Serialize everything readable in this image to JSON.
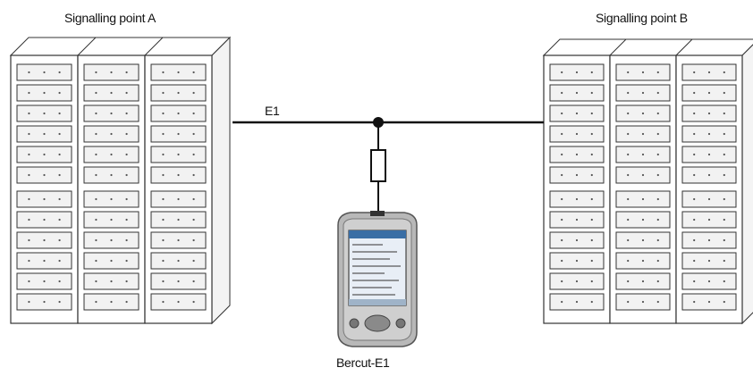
{
  "labels": {
    "node_a": "Signalling point A",
    "node_b": "Signalling point B",
    "link": "E1",
    "device": "Bercut-E1"
  },
  "colors": {
    "line": "#111111",
    "rack_fill": "#ffffff",
    "rack_stroke": "#333333",
    "shelf_fill": "#f2f2f2",
    "device_body": "#b8b8b8",
    "device_screen": "#e8eef6"
  },
  "icons": {
    "node_a": "server-rack-icon",
    "node_b": "server-rack-icon",
    "device": "pda-icon",
    "tap": "tap-connector-icon"
  },
  "racks": {
    "columns_per_node": 3,
    "shelves_per_column": 12
  }
}
